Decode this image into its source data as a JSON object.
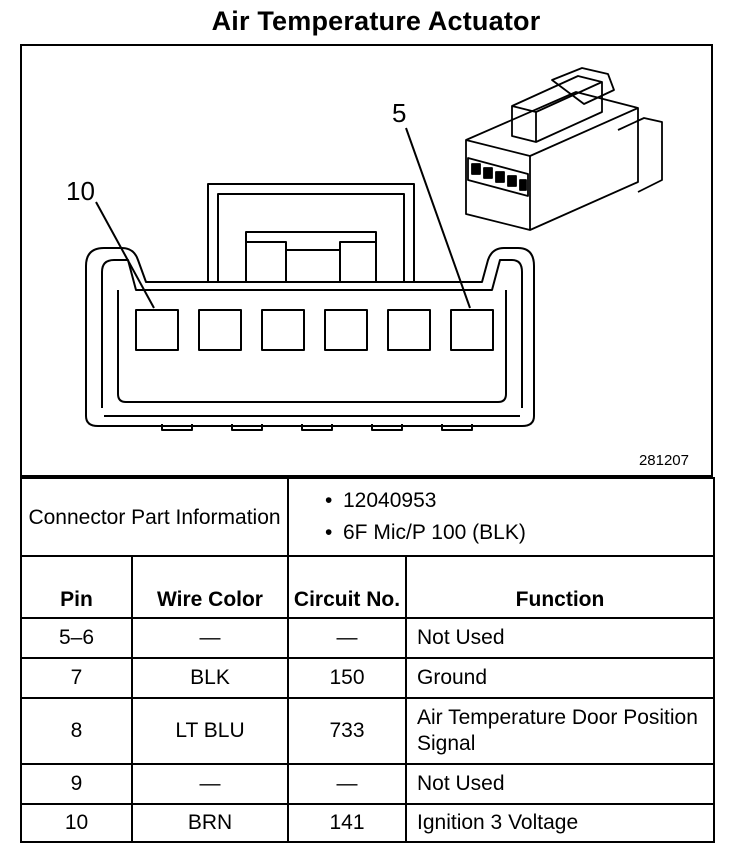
{
  "title": "Air Temperature Actuator",
  "diagram": {
    "label_pin_10": "10",
    "label_pin_5": "5",
    "figure_number": "281207"
  },
  "connector": {
    "label": "Connector Part Information",
    "bullet": "•",
    "values": [
      "12040953",
      "6F Mic/P 100 (BLK)"
    ]
  },
  "columns": {
    "pin": "Pin",
    "wire_color": "Wire Color",
    "circuit_no": "Circuit No.",
    "function": "Function"
  },
  "rows": [
    {
      "pin": "5–6",
      "wire": "—",
      "circuit": "—",
      "function": "Not Used"
    },
    {
      "pin": "7",
      "wire": "BLK",
      "circuit": "150",
      "function": "Ground"
    },
    {
      "pin": "8",
      "wire": "LT BLU",
      "circuit": "733",
      "function": "Air Temperature Door Position Signal"
    },
    {
      "pin": "9",
      "wire": "—",
      "circuit": "—",
      "function": "Not Used"
    },
    {
      "pin": "10",
      "wire": "BRN",
      "circuit": "141",
      "function": "Ignition 3 Voltage"
    }
  ]
}
